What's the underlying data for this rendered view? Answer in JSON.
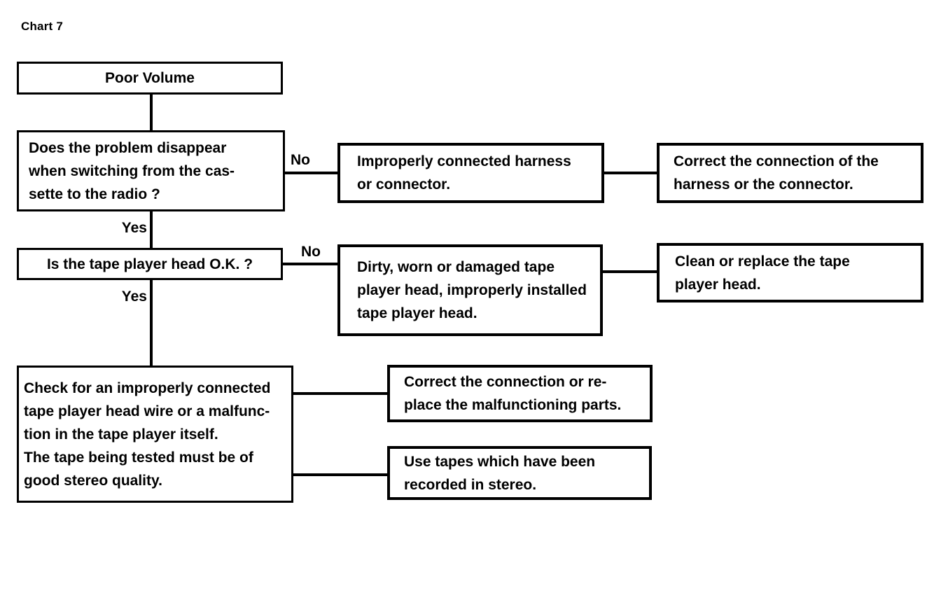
{
  "title": "Chart 7",
  "colors": {
    "line": "#000000",
    "background": "#ffffff",
    "text": "#000000"
  },
  "flowchart": {
    "nodes": {
      "poor_volume": {
        "text": "Poor Volume"
      },
      "q1": {
        "text": "Does the problem disappear\nwhen switching from the cas-\nsette to the radio ?"
      },
      "cause1": {
        "text": "Improperly connected harness\nor connector."
      },
      "action1": {
        "text": "Correct the connection of the\nharness or the connector."
      },
      "q2": {
        "text": "Is the tape player head O.K. ?"
      },
      "cause2": {
        "text": "Dirty, worn or damaged tape\nplayer head, improperly installed\ntape player head."
      },
      "action2": {
        "text": "Clean or replace the tape\nplayer head."
      },
      "check": {
        "text": "Check for an improperly connected\ntape player head wire or a malfunc-\ntion in the tape player itself.\nThe tape being tested must be of\ngood stereo quality."
      },
      "action3": {
        "text": "Correct the connection or re-\nplace the malfunctioning parts."
      },
      "action4": {
        "text": "Use tapes which have been\nrecorded in stereo."
      }
    },
    "labels": {
      "no1": "No",
      "yes1": "Yes",
      "no2": "No",
      "yes2": "Yes"
    },
    "edges": [
      {
        "from": "poor_volume",
        "to": "q1",
        "label": ""
      },
      {
        "from": "q1",
        "to": "cause1",
        "label": "No"
      },
      {
        "from": "cause1",
        "to": "action1",
        "label": ""
      },
      {
        "from": "q1",
        "to": "q2",
        "label": "Yes"
      },
      {
        "from": "q2",
        "to": "cause2",
        "label": "No"
      },
      {
        "from": "cause2",
        "to": "action2",
        "label": ""
      },
      {
        "from": "q2",
        "to": "check",
        "label": "Yes"
      },
      {
        "from": "check",
        "to": "action3",
        "label": ""
      },
      {
        "from": "check",
        "to": "action4",
        "label": ""
      }
    ]
  }
}
